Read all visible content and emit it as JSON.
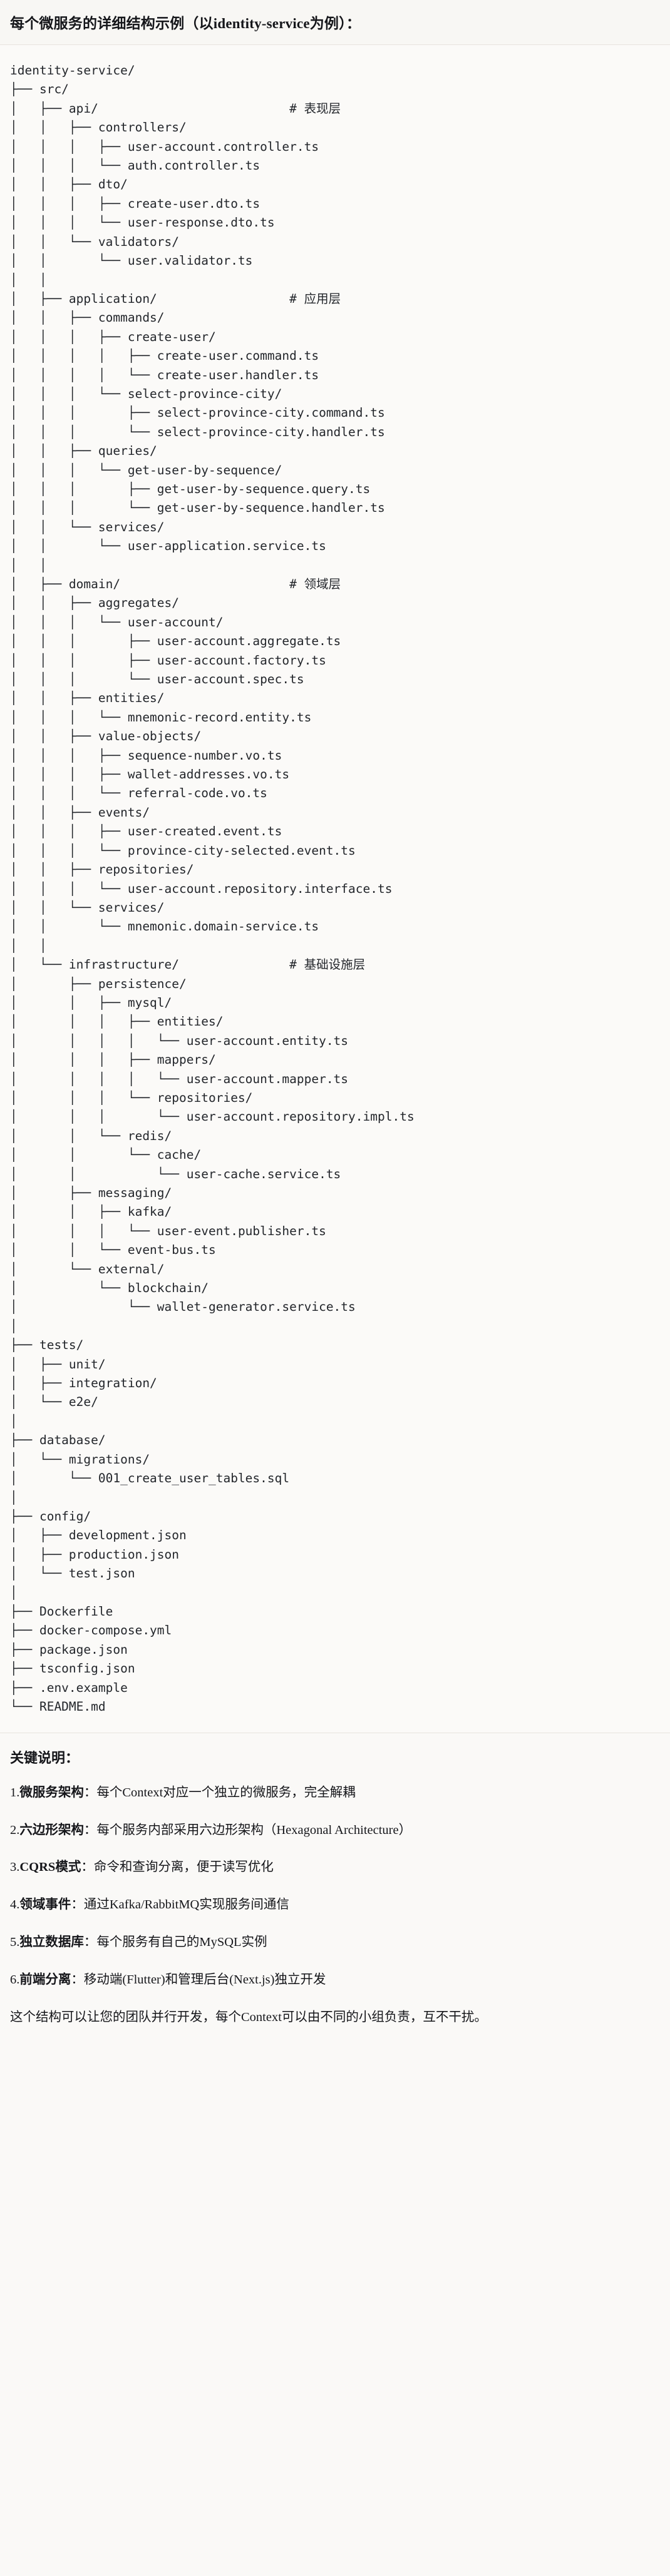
{
  "header": {
    "title": "每个微服务的详细结构示例（以identity-service为例）："
  },
  "tree": {
    "root": "identity-service/",
    "text": "identity-service/\n├── src/\n│   ├── api/                          # 表现层\n│   │   ├── controllers/\n│   │   │   ├── user-account.controller.ts\n│   │   │   └── auth.controller.ts\n│   │   ├── dto/\n│   │   │   ├── create-user.dto.ts\n│   │   │   └── user-response.dto.ts\n│   │   └── validators/\n│   │       └── user.validator.ts\n│   │\n│   ├── application/                  # 应用层\n│   │   ├── commands/\n│   │   │   ├── create-user/\n│   │   │   │   ├── create-user.command.ts\n│   │   │   │   └── create-user.handler.ts\n│   │   │   └── select-province-city/\n│   │   │       ├── select-province-city.command.ts\n│   │   │       └── select-province-city.handler.ts\n│   │   ├── queries/\n│   │   │   └── get-user-by-sequence/\n│   │   │       ├── get-user-by-sequence.query.ts\n│   │   │       └── get-user-by-sequence.handler.ts\n│   │   └── services/\n│   │       └── user-application.service.ts\n│   │\n│   ├── domain/                       # 领域层\n│   │   ├── aggregates/\n│   │   │   └── user-account/\n│   │   │       ├── user-account.aggregate.ts\n│   │   │       ├── user-account.factory.ts\n│   │   │       └── user-account.spec.ts\n│   │   ├── entities/\n│   │   │   └── mnemonic-record.entity.ts\n│   │   ├── value-objects/\n│   │   │   ├── sequence-number.vo.ts\n│   │   │   ├── wallet-addresses.vo.ts\n│   │   │   └── referral-code.vo.ts\n│   │   ├── events/\n│   │   │   ├── user-created.event.ts\n│   │   │   └── province-city-selected.event.ts\n│   │   ├── repositories/\n│   │   │   └── user-account.repository.interface.ts\n│   │   └── services/\n│   │       └── mnemonic.domain-service.ts\n│   │\n│   └── infrastructure/               # 基础设施层\n│       ├── persistence/\n│       │   ├── mysql/\n│       │   │   ├── entities/\n│       │   │   │   └── user-account.entity.ts\n│       │   │   ├── mappers/\n│       │   │   │   └── user-account.mapper.ts\n│       │   │   └── repositories/\n│       │   │       └── user-account.repository.impl.ts\n│       │   └── redis/\n│       │       └── cache/\n│       │           └── user-cache.service.ts\n│       ├── messaging/\n│       │   ├── kafka/\n│       │   │   └── user-event.publisher.ts\n│       │   └── event-bus.ts\n│       └── external/\n│           └── blockchain/\n│               └── wallet-generator.service.ts\n│\n├── tests/\n│   ├── unit/\n│   ├── integration/\n│   └── e2e/\n│\n├── database/\n│   └── migrations/\n│       └── 001_create_user_tables.sql\n│\n├── config/\n│   ├── development.json\n│   ├── production.json\n│   └── test.json\n│\n├── Dockerfile\n├── docker-compose.yml\n├── package.json\n├── tsconfig.json\n├── .env.example\n└── README.md",
    "layer_comments": [
      "# 表现层",
      "# 应用层",
      "# 领域层",
      "# 基础设施层"
    ]
  },
  "notes": {
    "heading": "关键说明：",
    "items": [
      {
        "num": "1.",
        "term": "微服务架构",
        "sep": "：",
        "desc": "每个Context对应一个独立的微服务，完全解耦"
      },
      {
        "num": "2.",
        "term": "六边形架构",
        "sep": "：",
        "desc": "每个服务内部采用六边形架构（Hexagonal Architecture）"
      },
      {
        "num": "3.",
        "term": "CQRS模式",
        "sep": "：",
        "desc": "命令和查询分离，便于读写优化"
      },
      {
        "num": "4.",
        "term": "领域事件",
        "sep": "：",
        "desc": "通过Kafka/RabbitMQ实现服务间通信"
      },
      {
        "num": "5.",
        "term": "独立数据库",
        "sep": "：",
        "desc": "每个服务有自己的MySQL实例"
      },
      {
        "num": "6.",
        "term": "前端分离",
        "sep": "：",
        "desc": "移动端(Flutter)和管理后台(Next.js)独立开发"
      }
    ],
    "closing": "这个结构可以让您的团队并行开发，每个Context可以由不同的小组负责，互不干扰。"
  }
}
